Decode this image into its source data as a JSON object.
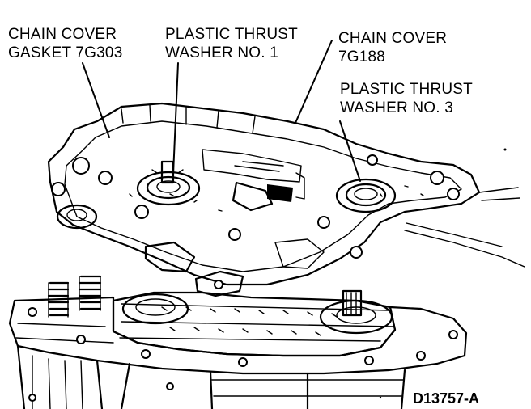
{
  "labels": {
    "gasket_line1": "CHAIN COVER",
    "gasket_line2": "GASKET 7G303",
    "washer1_line1": "PLASTIC THRUST",
    "washer1_line2": "WASHER NO. 1",
    "cover_line1": "CHAIN COVER",
    "cover_line2": "7G188",
    "washer3_line1": "PLASTIC THRUST",
    "washer3_line2": "WASHER NO. 3"
  },
  "figure_code": "D13757-A",
  "colors": {
    "ink": "#000000",
    "paper": "#ffffff"
  }
}
